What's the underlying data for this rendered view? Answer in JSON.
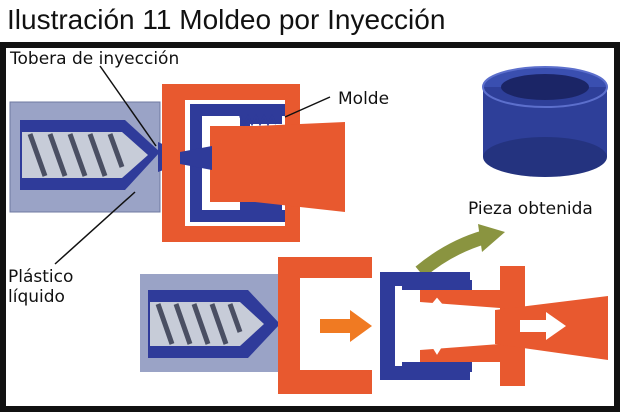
{
  "caption": "Ilustración 11 Moldeo por Inyección",
  "labels": {
    "nozzle": "Tobera de inyección",
    "mold": "Molde",
    "part": "Pieza obtenida",
    "plastic_line1": "Plástico",
    "plastic_line2": "líquido"
  },
  "colors": {
    "mold_orange": "#e8592f",
    "plastic_blue": "#2f3b9a",
    "barrel_gray": "#9aa3c6",
    "frame": "#111111",
    "arrow_olive": "#8a9440",
    "push_arrow": "#f07a22",
    "part_blue": "#3a4fb0"
  },
  "icons": [
    "screw-icon",
    "arrow-icon",
    "curved-arrow-icon",
    "part-cylinder-icon"
  ]
}
